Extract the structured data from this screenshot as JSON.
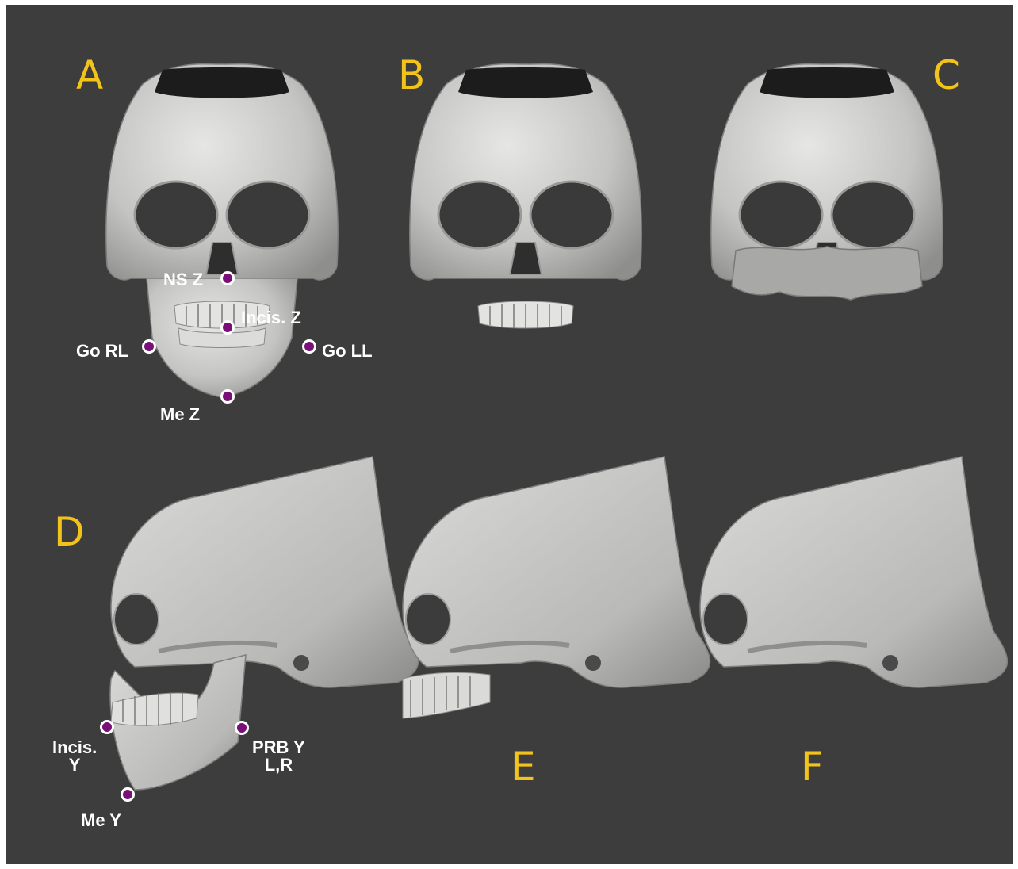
{
  "colors": {
    "background": "#3d3d3d",
    "panel_letter": "#f2c31b",
    "label_text": "#ffffff",
    "landmark_fill": "#7a0f78",
    "landmark_ring": "#ffffff",
    "bone": "#c9c9c7"
  },
  "panels": {
    "A": "A",
    "B": "B",
    "C": "C",
    "D": "D",
    "E": "E",
    "F": "F"
  },
  "landmarks": {
    "ns_z": "NS Z",
    "incis_z": "Incis. Z",
    "go_rl": "Go RL",
    "go_ll": "Go LL",
    "me_z": "Me Z",
    "incis_y": "Incis.\nY",
    "prb_y": "PRB Y\nL,R",
    "me_y": "Me Y"
  }
}
